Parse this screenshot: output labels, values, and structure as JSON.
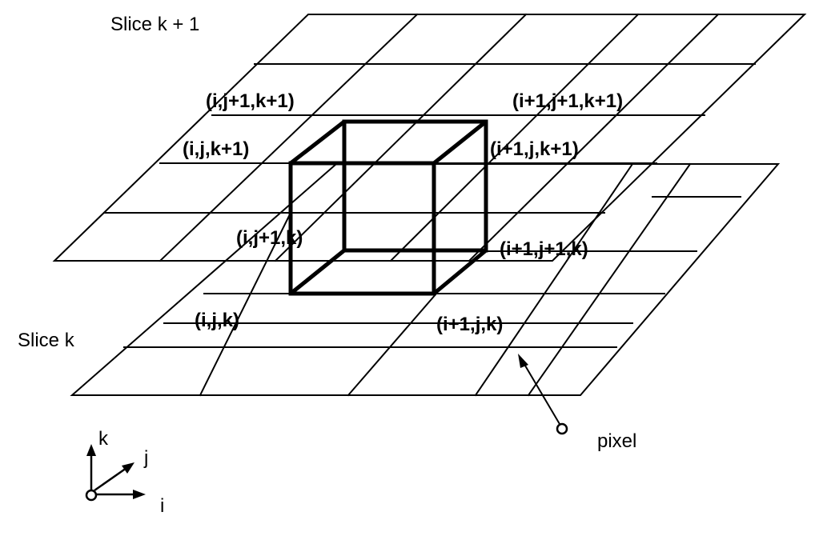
{
  "slices": {
    "upper": "Slice k + 1",
    "lower": "Slice k"
  },
  "vertices": {
    "i_j1_k1": "(i,j+1,k+1)",
    "i1_j1_k1": "(i+1,j+1,k+1)",
    "i_j_k1": "(i,j,k+1)",
    "i1_j_k1": "(i+1,j,k+1)",
    "i_j1_k": "(i,j+1,k)",
    "i1_j1_k": "(i+1,j+1,k)",
    "i_j_k": "(i,j,k)",
    "i1_j_k": "(i+1,j,k)"
  },
  "pixel_label": "pixel",
  "axes": {
    "k": "k",
    "j": "j",
    "i": "i"
  }
}
